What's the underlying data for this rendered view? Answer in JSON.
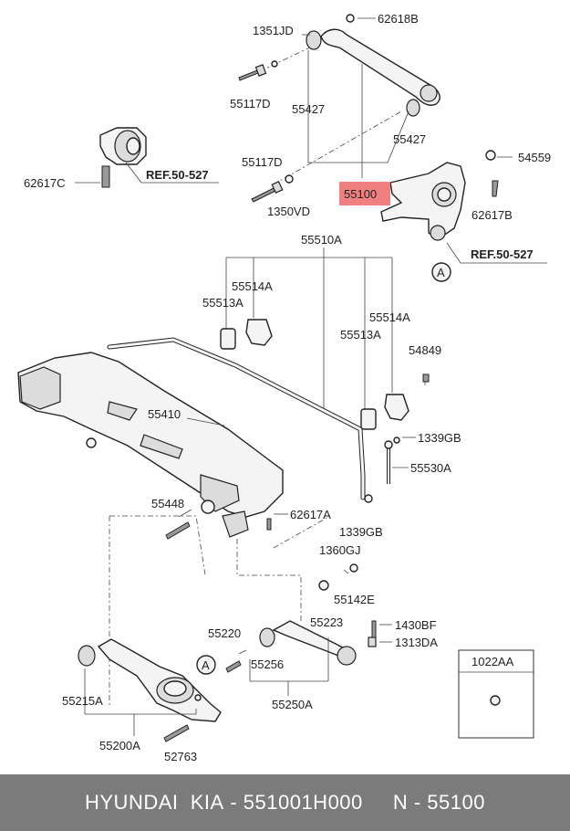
{
  "labels": {
    "l_62618B": "62618B",
    "l_1351JD": "1351JD",
    "l_55117D_top": "55117D",
    "l_55427_a": "55427",
    "l_55427_b": "55427",
    "l_54559": "54559",
    "l_55117D_mid": "55117D",
    "l_55100": "55100",
    "l_62617C": "62617C",
    "l_1350VD": "1350VD",
    "l_62617B": "62617B",
    "l_55510A": "55510A",
    "l_55514A_a": "55514A",
    "l_55513A_a": "55513A",
    "l_55514A_b": "55514A",
    "l_55513A_b": "55513A",
    "l_54849": "54849",
    "l_55410": "55410",
    "l_1339GB_a": "1339GB",
    "l_55530A": "55530A",
    "l_55448": "55448",
    "l_62617A": "62617A",
    "l_1339GB_b": "1339GB",
    "l_1360GJ": "1360GJ",
    "l_55142E": "55142E",
    "l_55223": "55223",
    "l_1430BF": "1430BF",
    "l_1313DA": "1313DA",
    "l_1022AA": "1022AA",
    "l_55220": "55220",
    "l_55256": "55256",
    "l_55215A": "55215A",
    "l_55250A": "55250A",
    "l_55200A": "55200A",
    "l_52763": "52763",
    "ref_left": "REF.50-527",
    "ref_right": "REF.50-527",
    "circle_a_top": "A",
    "circle_a_bottom": "A"
  },
  "highlight_color": "#f08080",
  "footer": {
    "brand": "HYUNDAI  KIA",
    "part_number": "551001H000",
    "ref_label": "N",
    "ref_value": "55100"
  }
}
